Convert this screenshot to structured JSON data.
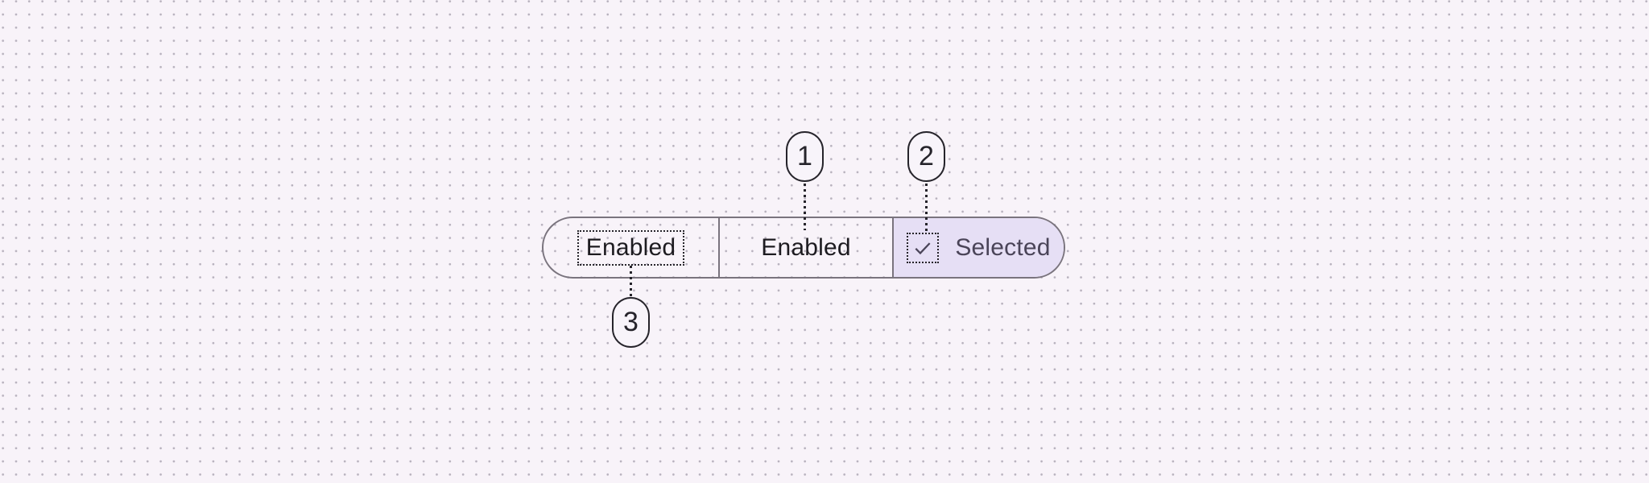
{
  "colors": {
    "page-bg": "#F8F3F9",
    "grid-dot": "#B7B1BD",
    "outline": "#7A747E",
    "selected-fill": "#E6DFF5",
    "label-color": "#1D1B20",
    "selected-color": "#4A4458",
    "annotation": "#26242B",
    "badge-fill": "#F8F4FA"
  },
  "segmented_button": {
    "segments": [
      {
        "label": "Enabled",
        "selected": false,
        "label_highlighted": true
      },
      {
        "label": "Enabled",
        "selected": false
      },
      {
        "label": "Selected",
        "selected": true,
        "icon": "checkmark-icon",
        "icon_highlighted": true
      }
    ]
  },
  "callouts": [
    {
      "number": "1"
    },
    {
      "number": "2"
    },
    {
      "number": "3"
    }
  ]
}
